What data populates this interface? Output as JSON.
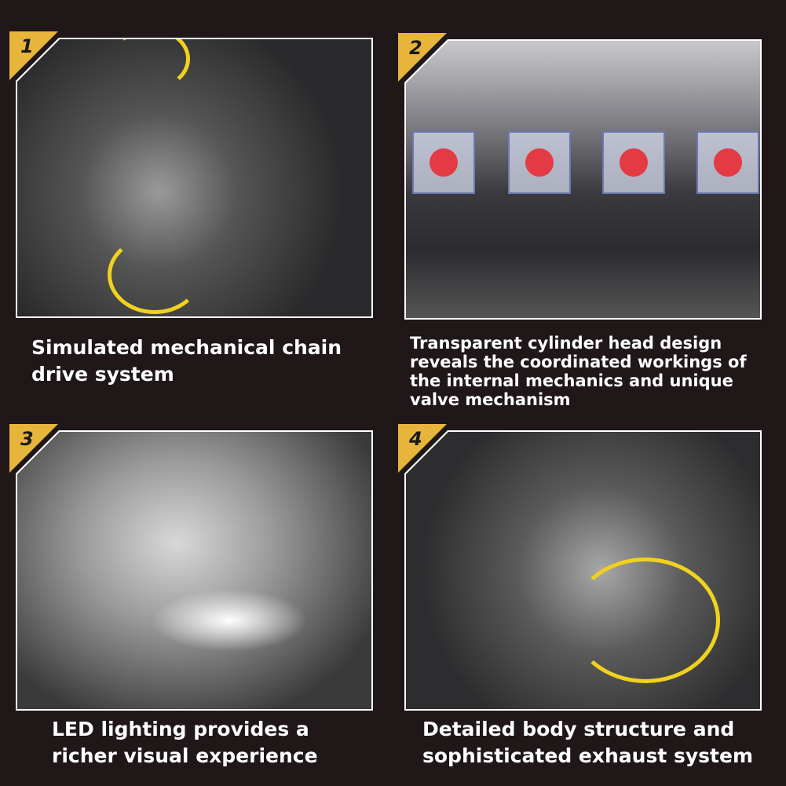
{
  "panels": [
    {
      "number": "1",
      "caption": "Simulated mechanical chain drive system"
    },
    {
      "number": "2",
      "caption": "Transparent cylinder head design reveals the coordinated workings of the internal mechanics and unique valve mechanism"
    },
    {
      "number": "3",
      "caption": "LED lighting provides a richer visual experience"
    },
    {
      "number": "4",
      "caption": "Detailed body structure and sophisticated exhaust system"
    }
  ],
  "colors": {
    "background": "#1f1718",
    "badge": "#e8b53c",
    "arrow": "#f0d21e",
    "frame": "#ffffff"
  }
}
